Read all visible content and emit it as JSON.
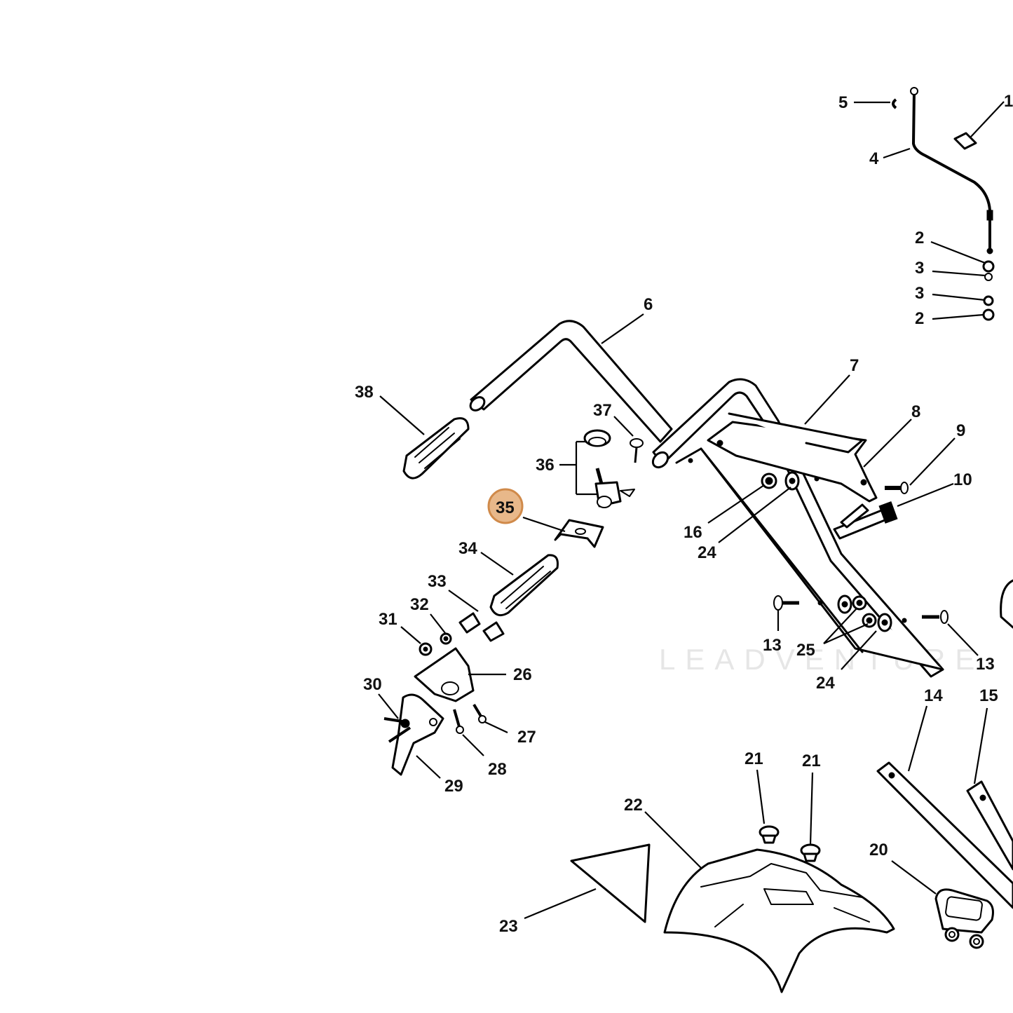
{
  "watermark": "LEADVENTURE",
  "highlight": {
    "label": "35",
    "fill": "#e8b88a",
    "stroke": "#d08a4a"
  },
  "labels": {
    "l1": "1",
    "l2a": "2",
    "l2b": "2",
    "l3a": "3",
    "l3b": "3",
    "l4": "4",
    "l5": "5",
    "l6": "6",
    "l7": "7",
    "l8": "8",
    "l9": "9",
    "l10": "10",
    "l13a": "13",
    "l13b": "13",
    "l14": "14",
    "l15": "15",
    "l16": "16",
    "l20": "20",
    "l21a": "21",
    "l21b": "21",
    "l22": "22",
    "l23": "23",
    "l24a": "24",
    "l24b": "24",
    "l25": "25",
    "l26": "26",
    "l27": "27",
    "l28": "28",
    "l29": "29",
    "l30": "30",
    "l31": "31",
    "l32": "32",
    "l33": "33",
    "l34": "34",
    "l35": "35",
    "l36": "36",
    "l37": "37",
    "l38": "38"
  }
}
